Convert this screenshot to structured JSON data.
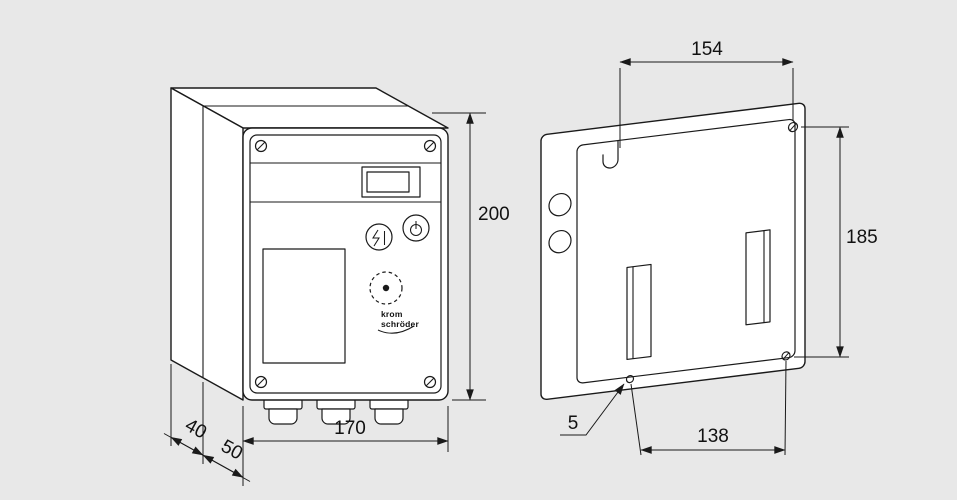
{
  "meta": {
    "description": "Technical dimension drawing of a burner control unit housing, two views",
    "background_color": "#e8e8e8",
    "line_color": "#1a1a1a"
  },
  "views": {
    "left": "front-isometric-view",
    "right": "rear-mounting-view"
  },
  "dimensions": {
    "overall_height": "200",
    "overall_width": "170",
    "housing_depth": "40",
    "door_depth": "50",
    "mounting_width": "154",
    "mounting_height": "185",
    "hole_spacing": "138",
    "hole_diameter": "5"
  },
  "device": {
    "brand_line1": "krom",
    "brand_line2": "schröder",
    "icons": {
      "left_button": "reset-icon",
      "right_button": "power-icon",
      "knob": "dashed-circle-with-dot"
    }
  }
}
